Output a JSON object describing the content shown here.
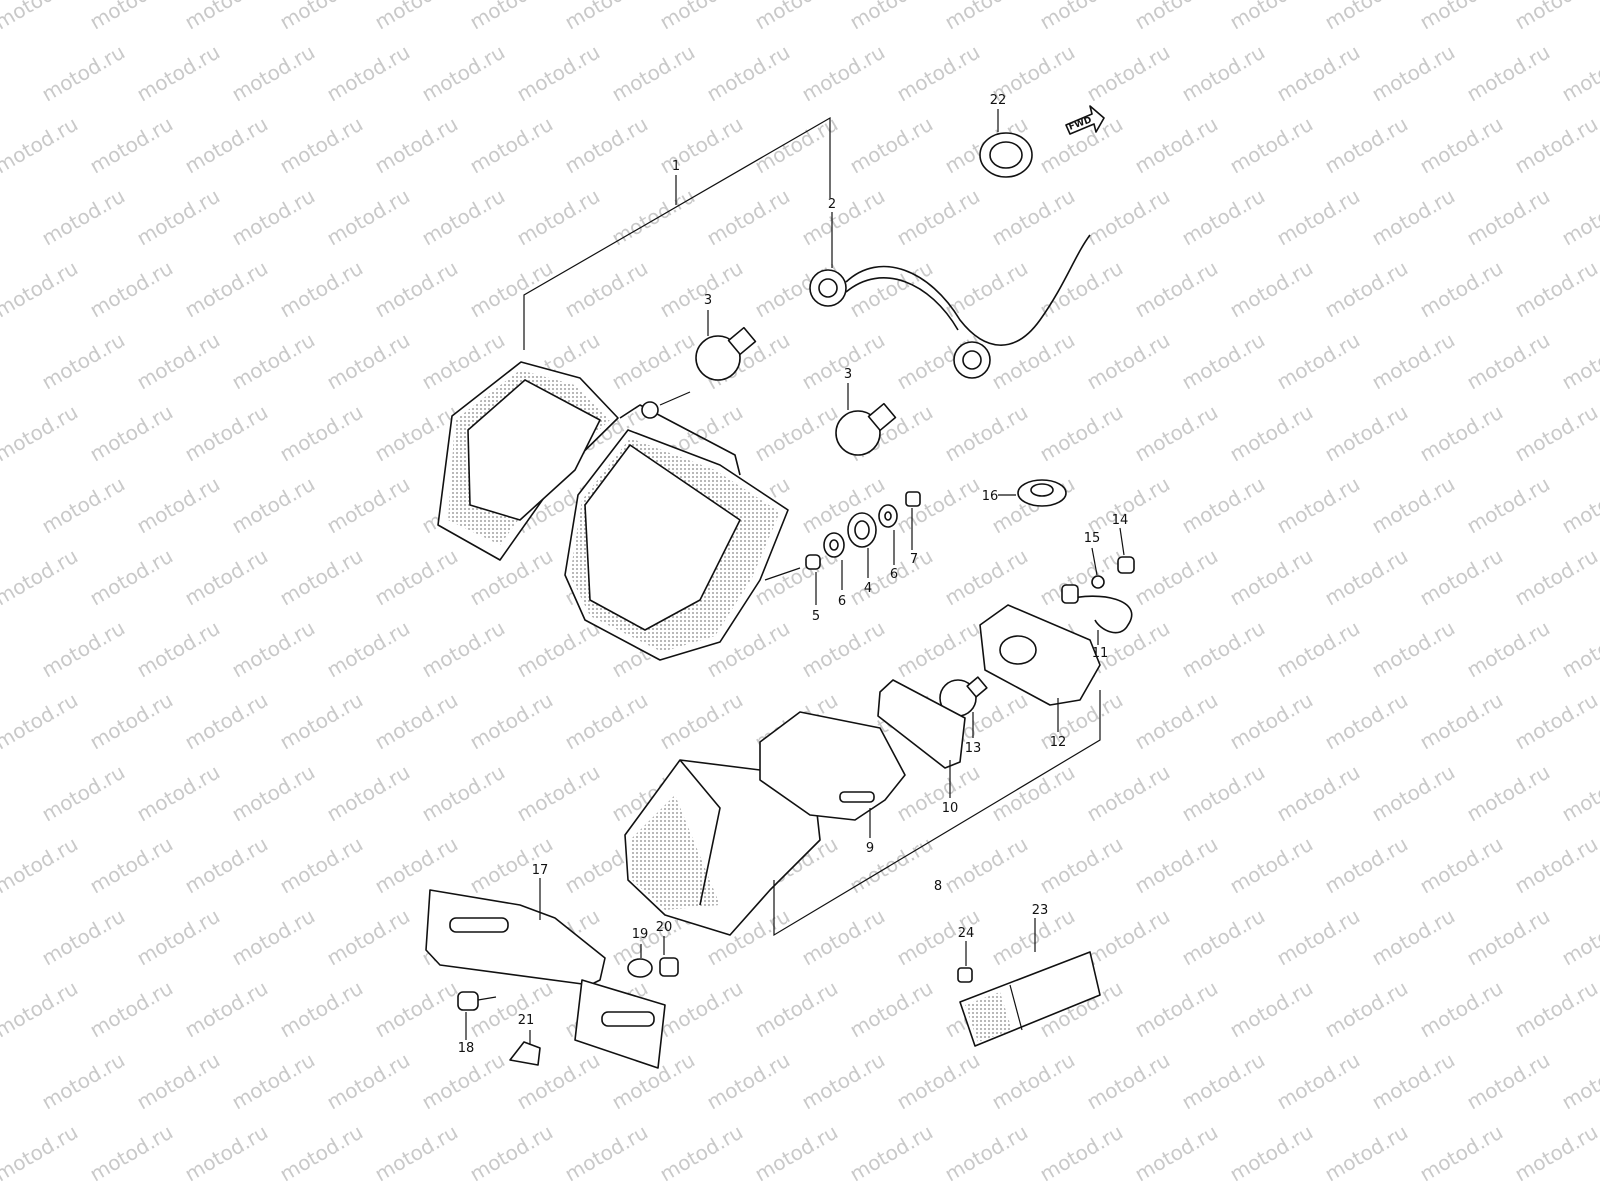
{
  "watermark": "motod.ru",
  "fwd_label": "FWD",
  "callouts": [
    "1",
    "2",
    "3",
    "3",
    "4",
    "5",
    "6",
    "6",
    "7",
    "8",
    "9",
    "10",
    "11",
    "12",
    "13",
    "14",
    "15",
    "16",
    "17",
    "18",
    "19",
    "20",
    "21",
    "22",
    "23",
    "24"
  ]
}
